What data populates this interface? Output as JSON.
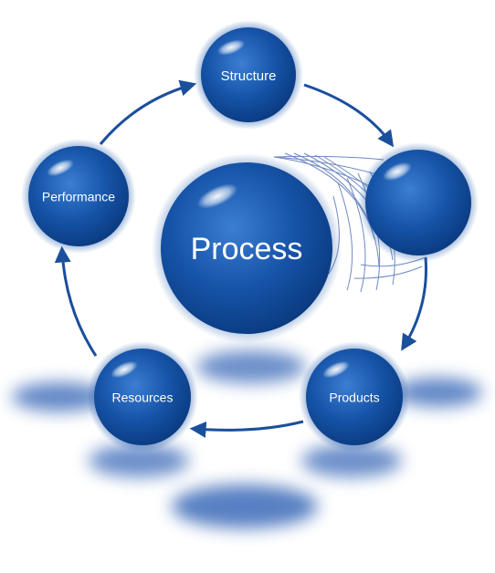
{
  "diagram": {
    "center_label": "Process",
    "nodes": {
      "structure": "Structure",
      "unlabeled": "",
      "products": "Products",
      "resources": "Resources",
      "performance": "Performance"
    },
    "colors": {
      "sphere_dark": "#0b3d86",
      "sphere_mid": "#1550a6",
      "sphere_light": "#2f72c8",
      "arrow": "#1a4f9c",
      "shadow": "#2f60b4",
      "mesh": "#6f89c3"
    }
  }
}
